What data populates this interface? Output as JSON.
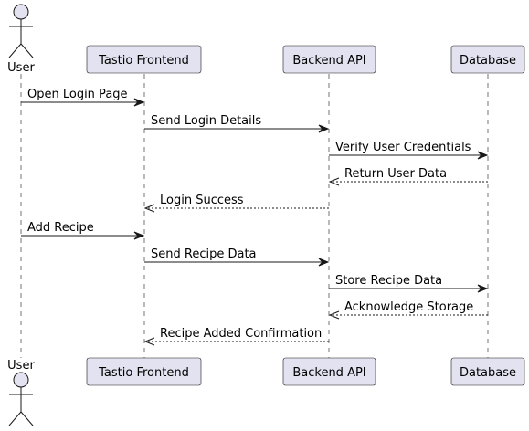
{
  "participants": [
    {
      "id": "user",
      "label": "User",
      "kind": "actor"
    },
    {
      "id": "frontend",
      "label": "Tastio Frontend",
      "kind": "box"
    },
    {
      "id": "backend",
      "label": "Backend API",
      "kind": "box"
    },
    {
      "id": "database",
      "label": "Database",
      "kind": "box"
    }
  ],
  "messages": [
    {
      "from": "user",
      "to": "frontend",
      "text": "Open Login Page",
      "style": "solid"
    },
    {
      "from": "frontend",
      "to": "backend",
      "text": "Send Login Details",
      "style": "solid"
    },
    {
      "from": "backend",
      "to": "database",
      "text": "Verify User Credentials",
      "style": "solid"
    },
    {
      "from": "database",
      "to": "backend",
      "text": "Return User Data",
      "style": "dashed"
    },
    {
      "from": "backend",
      "to": "frontend",
      "text": "Login Success",
      "style": "dashed"
    },
    {
      "from": "user",
      "to": "frontend",
      "text": "Add Recipe",
      "style": "solid"
    },
    {
      "from": "frontend",
      "to": "backend",
      "text": "Send Recipe Data",
      "style": "solid"
    },
    {
      "from": "backend",
      "to": "database",
      "text": "Store Recipe Data",
      "style": "solid"
    },
    {
      "from": "database",
      "to": "backend",
      "text": "Acknowledge Storage",
      "style": "dashed"
    },
    {
      "from": "backend",
      "to": "frontend",
      "text": "Recipe Added Confirmation",
      "style": "dashed"
    }
  ],
  "colors": {
    "participant_fill": "#E2E2F0",
    "line": "#181818",
    "background": "#FFFFFF"
  }
}
